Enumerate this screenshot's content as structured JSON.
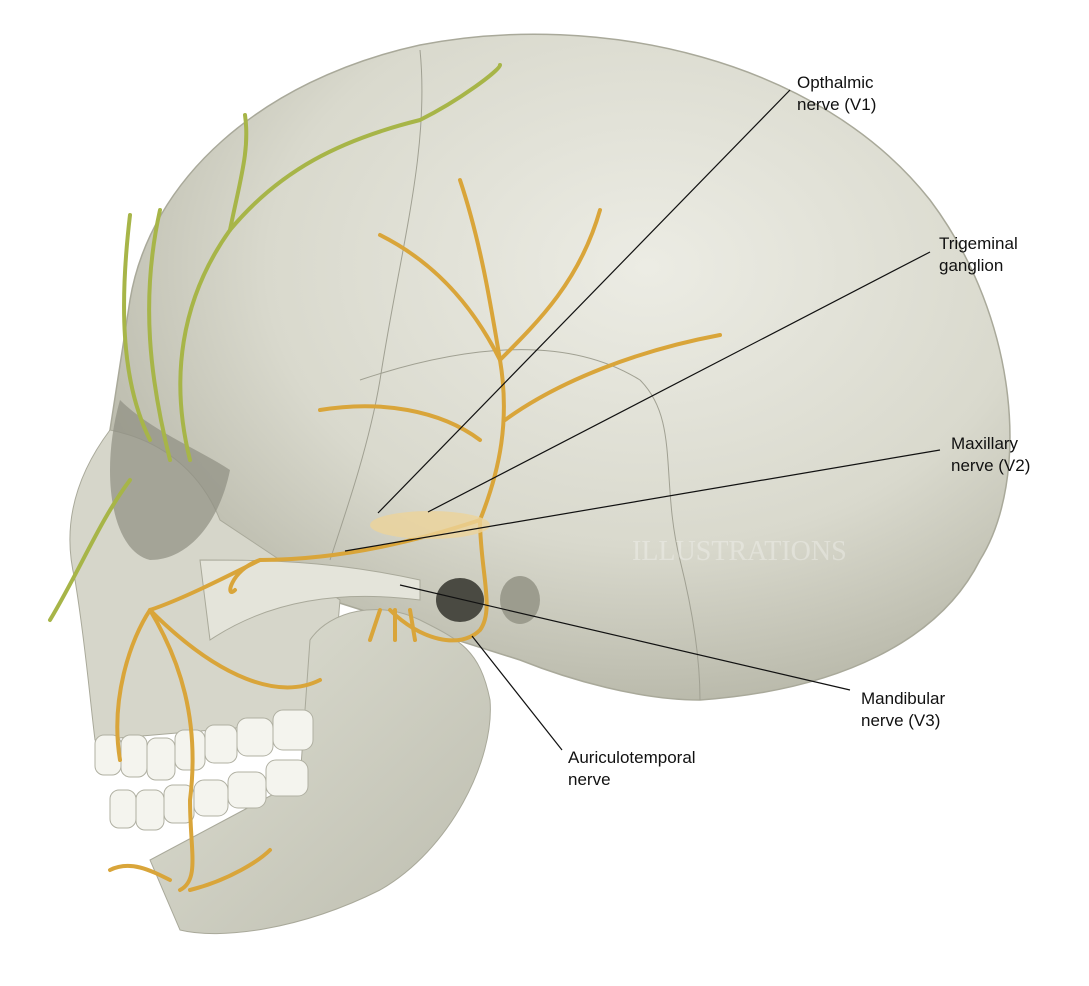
{
  "figure": {
    "watermark": "ILLUSTRATIONS",
    "labels": {
      "ophthalmic": "Opthalmic\nnerve (V1)",
      "trigeminal": "Trigeminal\nganglion",
      "maxillary": "Maxillary\nnerve (V2)",
      "mandibular": "Mandibular\nnerve (V3)",
      "auriculotemporal": "Auriculotemporal\nnerve"
    },
    "colors": {
      "bone": "#dcdcd0",
      "bone_shadow": "#b9b9aa",
      "trigeminal_nerve": "#d9a53a",
      "facial_nerve": "#a7b548"
    }
  }
}
